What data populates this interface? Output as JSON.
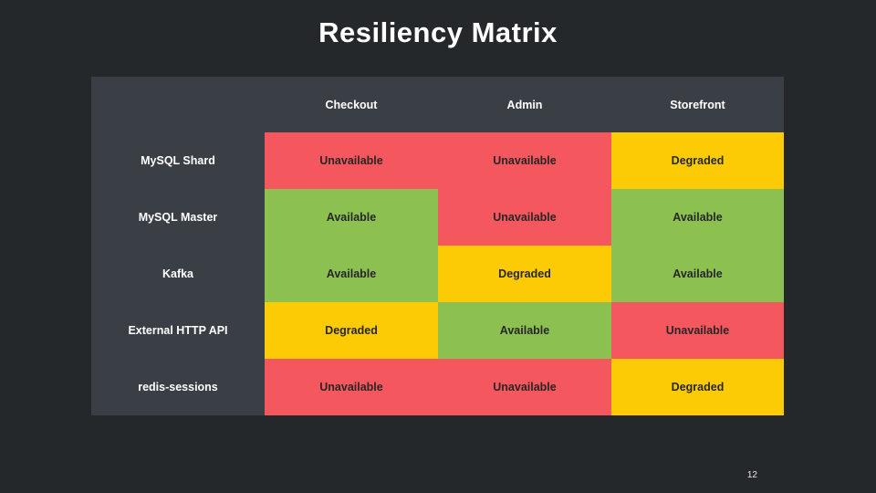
{
  "slide": {
    "title": "Resiliency Matrix",
    "page_number": "12"
  },
  "chart_data": {
    "type": "table",
    "title": "Resiliency Matrix",
    "columns": [
      "Checkout",
      "Admin",
      "Storefront"
    ],
    "rows": [
      {
        "label": "MySQL Shard",
        "values": [
          "Unavailable",
          "Unavailable",
          "Degraded"
        ]
      },
      {
        "label": "MySQL Master",
        "values": [
          "Available",
          "Unavailable",
          "Available"
        ]
      },
      {
        "label": "Kafka",
        "values": [
          "Available",
          "Degraded",
          "Available"
        ]
      },
      {
        "label": "External HTTP API",
        "values": [
          "Degraded",
          "Available",
          "Unavailable"
        ]
      },
      {
        "label": "redis-sessions",
        "values": [
          "Unavailable",
          "Unavailable",
          "Degraded"
        ]
      }
    ],
    "status_colors": {
      "Available": "#8cc152",
      "Degraded": "#fccb05",
      "Unavailable": "#f4585e"
    },
    "layout_hints": {
      "legend": "none",
      "grid": "off",
      "header_background": "#3a3f46",
      "cell_text_color": "#262626"
    }
  }
}
